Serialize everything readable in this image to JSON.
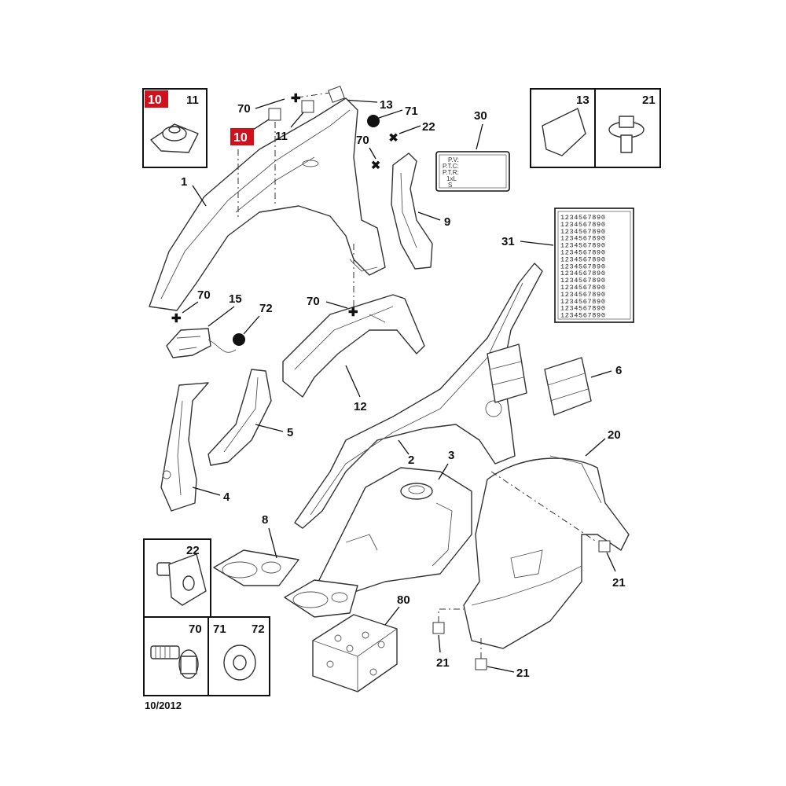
{
  "diagram": {
    "title": "Body side parts exploded view",
    "date_code": "10/2012",
    "accent_color": "#d0101a",
    "callouts": {
      "c1": "1",
      "c2": "2",
      "c3": "3",
      "c4": "4",
      "c5": "5",
      "c6": "6",
      "c8": "8",
      "c9": "9",
      "c12": "12",
      "c15": "15",
      "c20": "20",
      "c30": "30",
      "c31": "31",
      "c80": "80",
      "c70a": "70",
      "c70b": "70",
      "c70c": "70",
      "c70d": "70",
      "c13": "13",
      "c71": "71",
      "c22": "22",
      "c11": "11",
      "c10": "10",
      "c72": "72",
      "c21a": "21",
      "c21b": "21",
      "c21c": "21"
    },
    "inset_boxes": {
      "clip_box": {
        "label_red": "10",
        "label": "11"
      },
      "fastener_box": {
        "label_a": "13",
        "label_b": "21"
      },
      "nut_box": {
        "label": "22"
      },
      "bolt_box": {
        "label_a": "70",
        "label_b": "71",
        "label_c": "72"
      }
    },
    "label_30": {
      "rows": [
        "P.V:",
        "P.T.C:",
        "P.T.R:",
        "1xL",
        "S"
      ]
    },
    "label_31": {
      "rows": [
        "1234567890",
        "1234567890",
        "1234567890",
        "1234567890",
        "1234567890",
        "1234567890",
        "1234567890",
        "1234567890",
        "1234567890",
        "1234567890",
        "1234567890",
        "1234567890",
        "1234567890",
        "1234567890",
        "1234567890"
      ]
    }
  }
}
